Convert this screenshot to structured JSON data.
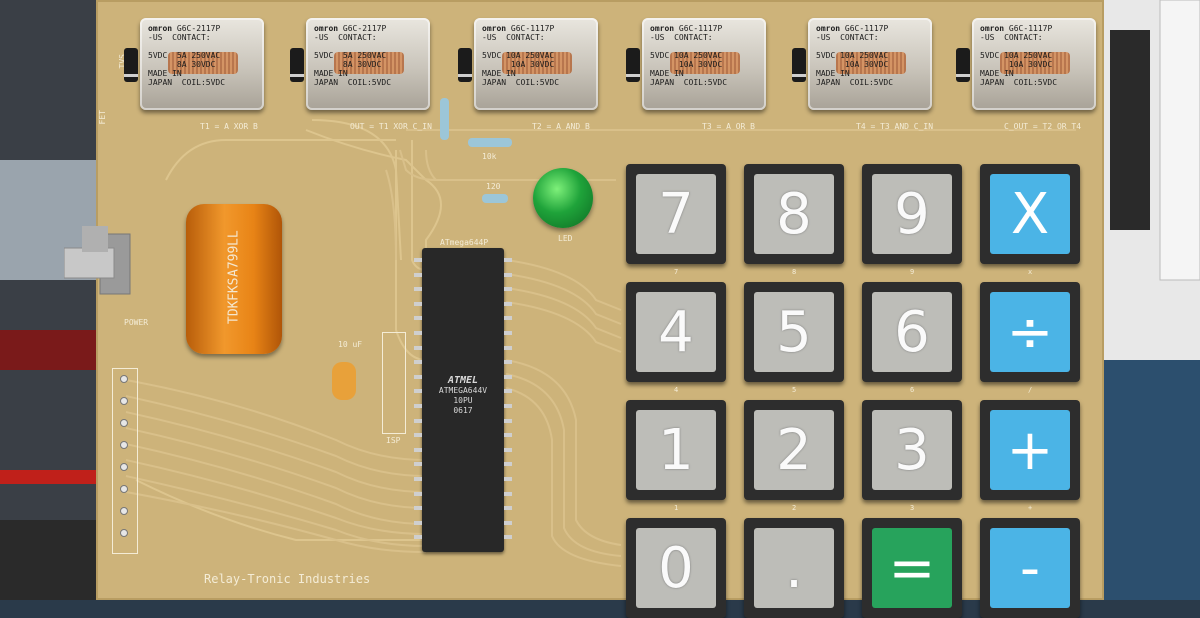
{
  "board": {
    "manufacturer": "Relay-Tronic Industries",
    "power_label": "POWER",
    "led_label": "LED",
    "isp_label": "ISP",
    "capacitor_label": "10 uF",
    "resistor_120": "120",
    "resistor_10k": "10k",
    "side_labels": {
      "tvs": "TVS",
      "fet": "FET"
    }
  },
  "relays": [
    {
      "brand": "omron",
      "model": "G6C-2117P",
      "line1": "-US",
      "contact": "CONTACT:",
      "rating1": "5VDC  5A 250VAC",
      "rating2": "8A 30VDC",
      "made": "MADE IN",
      "coil": "JAPAN  COIL:5VDC",
      "label": "T1 = A XOR B"
    },
    {
      "brand": "omron",
      "model": "G6C-2117P",
      "line1": "-US",
      "contact": "CONTACT:",
      "rating1": "5VDC  5A 250VAC",
      "rating2": "8A 30VDC",
      "made": "MADE IN",
      "coil": "JAPAN  COIL:5VDC",
      "label": "OUT = T1 XOR C_IN"
    },
    {
      "brand": "omron",
      "model": "G6C-1117P",
      "line1": "-US",
      "contact": "CONTACT:",
      "rating1": "5VDC 10A 250VAC",
      "rating2": "10A 30VDC",
      "made": "MADE IN",
      "coil": "JAPAN  COIL:5VDC",
      "label": "T2 = A AND B"
    },
    {
      "brand": "omron",
      "model": "G6C-1117P",
      "line1": "-US",
      "contact": "CONTACT:",
      "rating1": "5VDC 10A 250VAC",
      "rating2": "10A 30VDC",
      "made": "MADE IN",
      "coil": "JAPAN  COIL:5VDC",
      "label": "T3 = A OR B"
    },
    {
      "brand": "omron",
      "model": "G6C-1117P",
      "line1": "-US",
      "contact": "CONTACT:",
      "rating1": "5VDC 10A 250VAC",
      "rating2": "10A 30VDC",
      "made": "MADE IN",
      "coil": "JAPAN  COIL:5VDC",
      "label": "T4 = T3 AND C_IN"
    },
    {
      "brand": "omron",
      "model": "G6C-1117P",
      "line1": "-US",
      "contact": "CONTACT:",
      "rating1": "5VDC 10A 250VAC",
      "rating2": "10A 30VDC",
      "made": "MADE IN",
      "coil": "JAPAN  COIL:5VDC",
      "label": "C_OUT = T2 OR T4"
    }
  ],
  "chip": {
    "silk_label": "ATmega644P",
    "logo": "ATMEL",
    "line1": "ATMEGA644V",
    "line2": "10PU",
    "line3": "0617"
  },
  "electrolytic": {
    "brand": "TDK",
    "code1": "FKS",
    "code2": "A799",
    "code3": "LL"
  },
  "keypad": {
    "keys": [
      {
        "symbol": "7",
        "label": "7",
        "color": "grey"
      },
      {
        "symbol": "8",
        "label": "8",
        "color": "grey"
      },
      {
        "symbol": "9",
        "label": "9",
        "color": "grey"
      },
      {
        "symbol": "X",
        "label": "x",
        "color": "blue"
      },
      {
        "symbol": "4",
        "label": "4",
        "color": "grey"
      },
      {
        "symbol": "5",
        "label": "5",
        "color": "grey"
      },
      {
        "symbol": "6",
        "label": "6",
        "color": "grey"
      },
      {
        "symbol": "÷",
        "label": "/",
        "color": "blue"
      },
      {
        "symbol": "1",
        "label": "1",
        "color": "grey"
      },
      {
        "symbol": "2",
        "label": "2",
        "color": "grey"
      },
      {
        "symbol": "3",
        "label": "3",
        "color": "grey"
      },
      {
        "symbol": "+",
        "label": "+",
        "color": "blue"
      },
      {
        "symbol": "0",
        "label": "",
        "color": "grey"
      },
      {
        "symbol": ".",
        "label": "",
        "color": "grey"
      },
      {
        "symbol": "=",
        "label": "",
        "color": "green"
      },
      {
        "symbol": "-",
        "label": "",
        "color": "blue"
      }
    ]
  },
  "colors": {
    "pcb": "#cdb37a",
    "silkscreen": "#f4ecd6",
    "key_grey": "#bdbdb8",
    "key_blue": "#4bb4e6",
    "key_green": "#27a35c",
    "led_green": "#1fa33a",
    "capacitor_orange": "#f1982c"
  }
}
